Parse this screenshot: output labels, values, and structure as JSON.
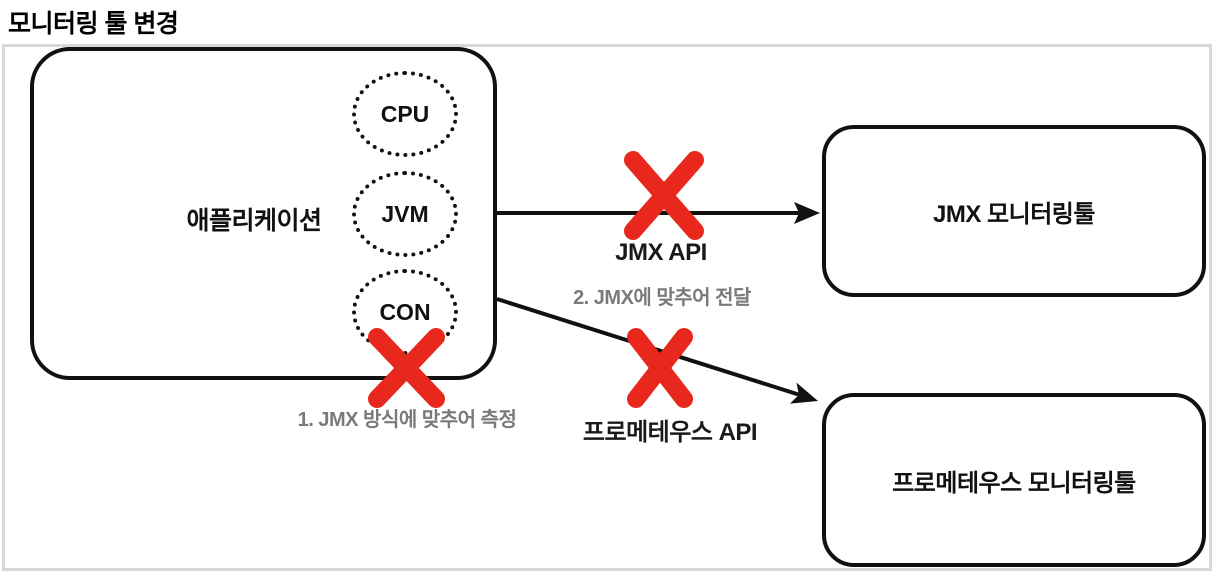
{
  "title": "모니터링 툴 변경",
  "diagram": {
    "app_box": {
      "label": "애플리케이션",
      "components": [
        {
          "label": "CPU"
        },
        {
          "label": "JVM"
        },
        {
          "label": "CON"
        }
      ]
    },
    "jmx_box": {
      "label": "JMX 모니터링툴"
    },
    "prometheus_box": {
      "label": "프로메테우스 모니터링툴"
    },
    "edges": {
      "jmx_api_label": "JMX API",
      "prometheus_api_label": "프로메테우스 API",
      "step1_note": "1. JMX 방식에 맞추어 측정",
      "step2_note": "2. JMX에 맞추어 전달"
    },
    "colors": {
      "cross_red": "#e8281c",
      "line_black": "#111111",
      "muted_text": "#7a7a7a",
      "frame_gray": "#d8d8d8"
    }
  }
}
